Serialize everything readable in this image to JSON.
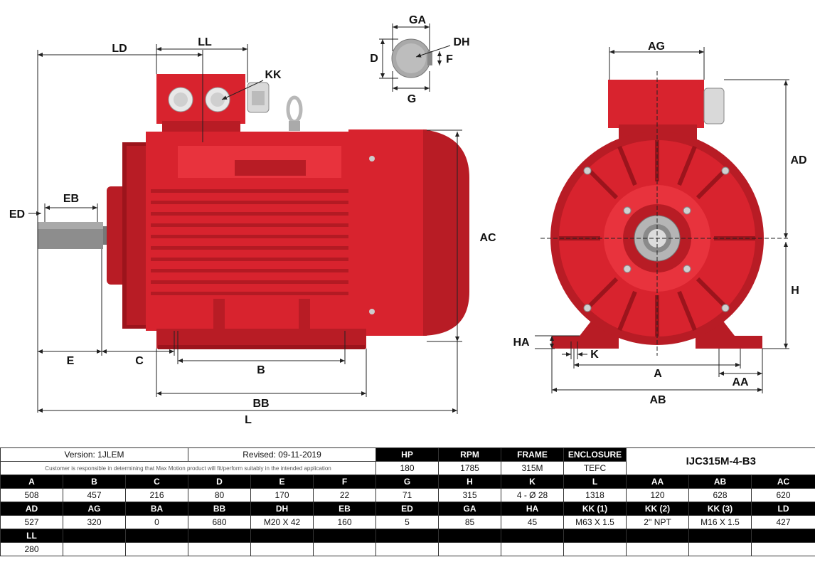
{
  "drawing": {
    "labels": {
      "ld": "LD",
      "ll": "LL",
      "kk": "KK",
      "ed": "ED",
      "eb": "EB",
      "ac": "AC",
      "e": "E",
      "c": "C",
      "b": "B",
      "bb": "BB",
      "l": "L",
      "ga": "GA",
      "dh": "DH",
      "d": "D",
      "f": "F",
      "g": "G",
      "ag": "AG",
      "ad": "AD",
      "h": "H",
      "ha": "HA",
      "k": "K",
      "a": "A",
      "aa": "AA",
      "ab": "AB"
    },
    "colors": {
      "body": "#d8232e",
      "shadow": "#9c141c",
      "shaft": "#8a8a8a",
      "line": "#222222"
    }
  },
  "spec": {
    "version": "Version: 1JLEM",
    "revised": "Revised: 09-11-2019",
    "note": "Customer is responsible in determining that Max Motion product will fit/perform suitably in the intended application",
    "model": "IJC315M-4-B3",
    "top_headers": [
      "HP",
      "RPM",
      "FRAME",
      "ENCLOSURE"
    ],
    "top_values": [
      "180",
      "1785",
      "315M",
      "TEFC"
    ],
    "row1_headers": [
      "A",
      "B",
      "C",
      "D",
      "E",
      "F",
      "G",
      "H",
      "K",
      "L",
      "AA",
      "AB",
      "AC"
    ],
    "row1_values": [
      "508",
      "457",
      "216",
      "80",
      "170",
      "22",
      "71",
      "315",
      "4 - Ø 28",
      "1318",
      "120",
      "628",
      "620"
    ],
    "row2_headers": [
      "AD",
      "AG",
      "BA",
      "BB",
      "DH",
      "EB",
      "ED",
      "GA",
      "HA",
      "KK (1)",
      "KK (2)",
      "KK (3)",
      "LD"
    ],
    "row2_values": [
      "527",
      "320",
      "0",
      "680",
      "M20 X 42",
      "160",
      "5",
      "85",
      "45",
      "M63 X 1.5",
      "2'' NPT",
      "M16 X 1.5",
      "427"
    ],
    "row3_headers": [
      "LL",
      "",
      "",
      "",
      "",
      "",
      "",
      "",
      "",
      "",
      "",
      "",
      ""
    ],
    "row3_values": [
      "280",
      "",
      "",
      "",
      "",
      "",
      "",
      "",
      "",
      "",
      "",
      "",
      ""
    ]
  }
}
